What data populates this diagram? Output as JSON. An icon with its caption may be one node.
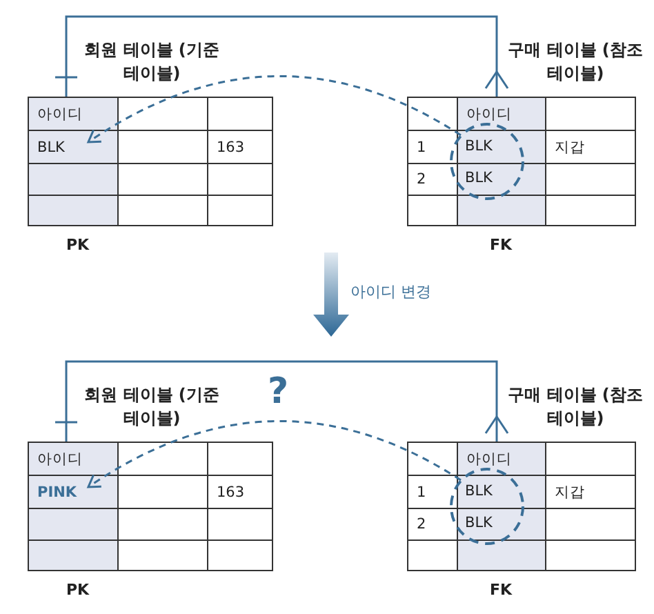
{
  "diagram": {
    "nodes": [
      {
        "text": [
          "회원 테이블 (기준 테이블)",
          "아이디",
          "BLK",
          "163"
        ],
        "beside": [
          "PK"
        ]
      },
      {
        "text": [
          "구매 테이블 (참조 테이블)",
          "아이디",
          "1",
          "지갑",
          "2"
        ],
        "beside": [
          "FK"
        ]
      },
      {
        "text": [
          "BLK",
          "BLK"
        ],
        "in": 1
      },
      {
        "text": [
          "회원 테이블 (기준 테이블)",
          "아이디",
          "PINK",
          "163"
        ],
        "beside": [
          "PK"
        ]
      },
      {
        "text": [
          "구매 테이블 (참조 테이블)",
          "아이디",
          "1",
          "지갑",
          "2"
        ],
        "beside": [
          "FK"
        ]
      },
      {
        "text": [
          "BLK",
          "BLK"
        ],
        "in": 4
      }
    ],
    "edges": [
      {
        "from": 0,
        "to": 1,
        "arrow": "other"
      },
      {
        "from": 2,
        "to": 0,
        "arrow": "to",
        "style": "dashed"
      },
      {
        "from": 3,
        "to": 4,
        "arrow": "other"
      },
      {
        "from": 5,
        "to": 3,
        "arrow": "to",
        "style": "dashed",
        "label": "?"
      }
    ],
    "labels": [
      "아이디 변경"
    ]
  }
}
